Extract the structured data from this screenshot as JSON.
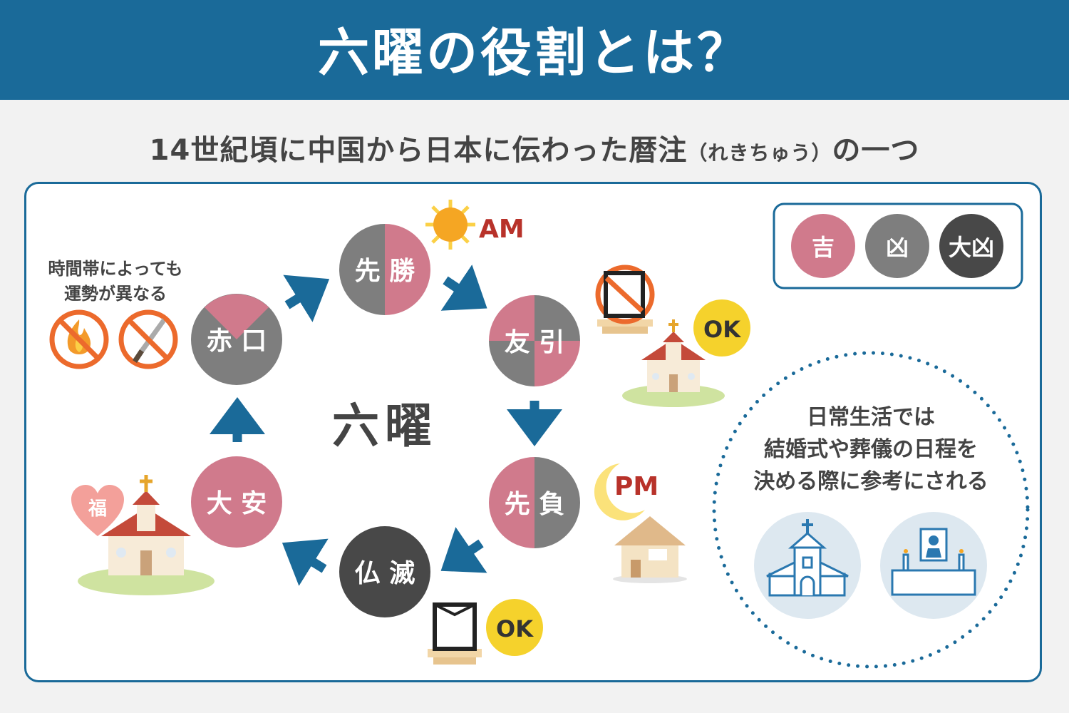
{
  "title": "六曜の役割とは？",
  "subtitle": {
    "main": "14世紀頃に中国から日本に伝わった暦注",
    "reading": "（れきちゅう）",
    "tail": "の一つ"
  },
  "center_label": "六曜",
  "colors": {
    "kichi": "#d07a8c",
    "kyo": "#7e7e7e",
    "daikyo": "#484848",
    "header": "#1a6a99",
    "arrow": "#1a6a99",
    "ok": "#f5d22c",
    "am_pm": "#b8322a"
  },
  "legend": [
    {
      "label": "吉",
      "meaning": "kichi"
    },
    {
      "label": "凶",
      "meaning": "kyo"
    },
    {
      "label": "大凶",
      "meaning": "daikyo"
    }
  ],
  "rokuyo": {
    "sensho": {
      "label": "先 勝",
      "pattern": "left-kyo-right-kichi"
    },
    "tomobiki": {
      "label": "友 引",
      "pattern": "kichi-top-left-bottom-right"
    },
    "senbu": {
      "label": "先 負",
      "pattern": "left-kichi-right-kyo"
    },
    "butsumetsu": {
      "label": "仏 滅",
      "pattern": "all-daikyo"
    },
    "taian": {
      "label": "大 安",
      "pattern": "all-kichi"
    },
    "shakko": {
      "label": "赤 口",
      "pattern": "kichi-top-quarter"
    }
  },
  "notes": {
    "shakko_line1": "時間帯によっても",
    "shakko_line2": "運勢が異なる",
    "am": "AM",
    "pm": "PM",
    "ok1": "OK",
    "ok2": "OK",
    "fuku": "福"
  },
  "usage": {
    "line1": "日常生活では",
    "line2": "結婚式や葬儀の日程を",
    "line3": "決める際に参考にされる"
  },
  "icons": [
    "sun-icon",
    "moon-icon",
    "church-icon",
    "house-icon",
    "funeral-portrait-icon",
    "no-fire-icon",
    "no-knife-icon",
    "heart-icon",
    "altar-icon"
  ]
}
